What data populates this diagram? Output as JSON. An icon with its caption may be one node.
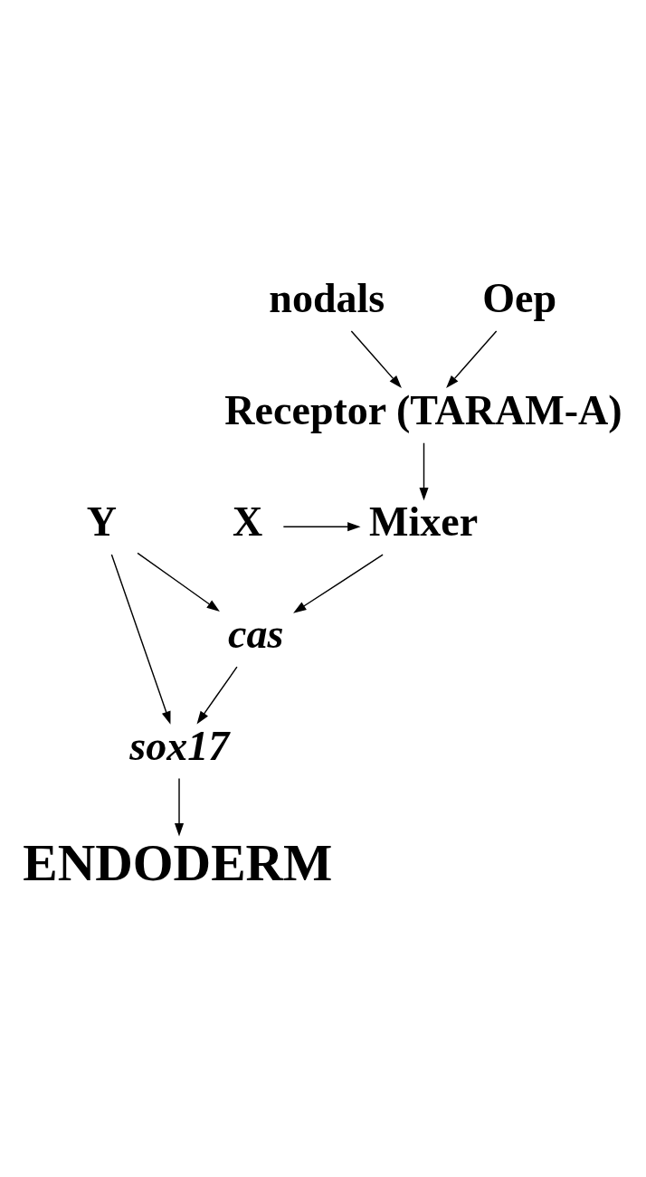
{
  "diagram": {
    "nodes": [
      {
        "text": [
          "nodals"
        ]
      },
      {
        "text": [
          "Oep"
        ]
      },
      {
        "text": [
          "Receptor (TARAM-A)"
        ]
      },
      {
        "text": [
          "X"
        ]
      },
      {
        "text": [
          "Mixer"
        ]
      },
      {
        "text": [
          "Y"
        ]
      },
      {
        "text": [
          "cas"
        ]
      },
      {
        "text": [
          "sox17"
        ]
      },
      {
        "text": [
          "ENDODERM"
        ]
      }
    ],
    "edges": [
      {
        "from": 0,
        "to": 2,
        "arrow": "to"
      },
      {
        "from": 1,
        "to": 2,
        "arrow": "to"
      },
      {
        "from": 2,
        "to": 4,
        "arrow": "to"
      },
      {
        "from": 3,
        "to": 4,
        "arrow": "to"
      },
      {
        "from": 4,
        "to": 6,
        "arrow": "to"
      },
      {
        "from": 5,
        "to": 6,
        "arrow": "to"
      },
      {
        "from": 5,
        "to": 7,
        "arrow": "to"
      },
      {
        "from": 6,
        "to": 7,
        "arrow": "to"
      },
      {
        "from": 7,
        "to": 8,
        "arrow": "to"
      }
    ]
  }
}
